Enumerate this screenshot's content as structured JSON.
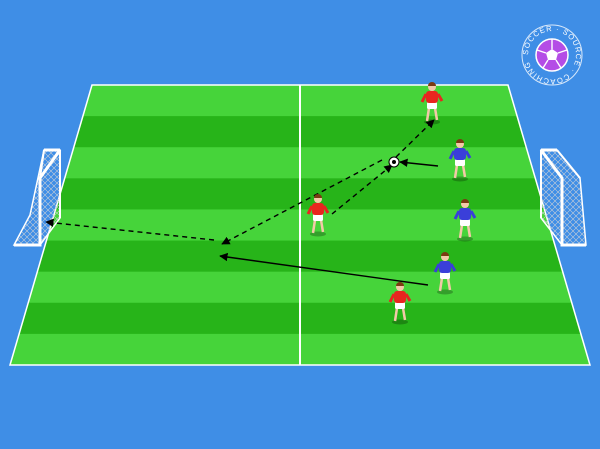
{
  "logo": {
    "ring_text": "SOCCER · SOURCE · COACHING",
    "ring_color": "#ffffff",
    "ball_color": "#b44de6"
  },
  "pitch": {
    "stripe_dark": "#27b419",
    "stripe_light": "#46d43a",
    "line_color": "#ffffff"
  },
  "teams": {
    "red": {
      "shirt": "#e8261f",
      "shorts": "#ffffff",
      "count": 3
    },
    "blue": {
      "shirt": "#3a3fd9",
      "shorts": "#ffffff",
      "count": 3
    }
  },
  "icons": {
    "goal_left": "goal-left-icon",
    "goal_right": "goal-right-icon",
    "ball": "soccer-ball-icon"
  },
  "arrows": {
    "pass_style": "dashed",
    "run_style": "solid",
    "color": "#000000"
  }
}
